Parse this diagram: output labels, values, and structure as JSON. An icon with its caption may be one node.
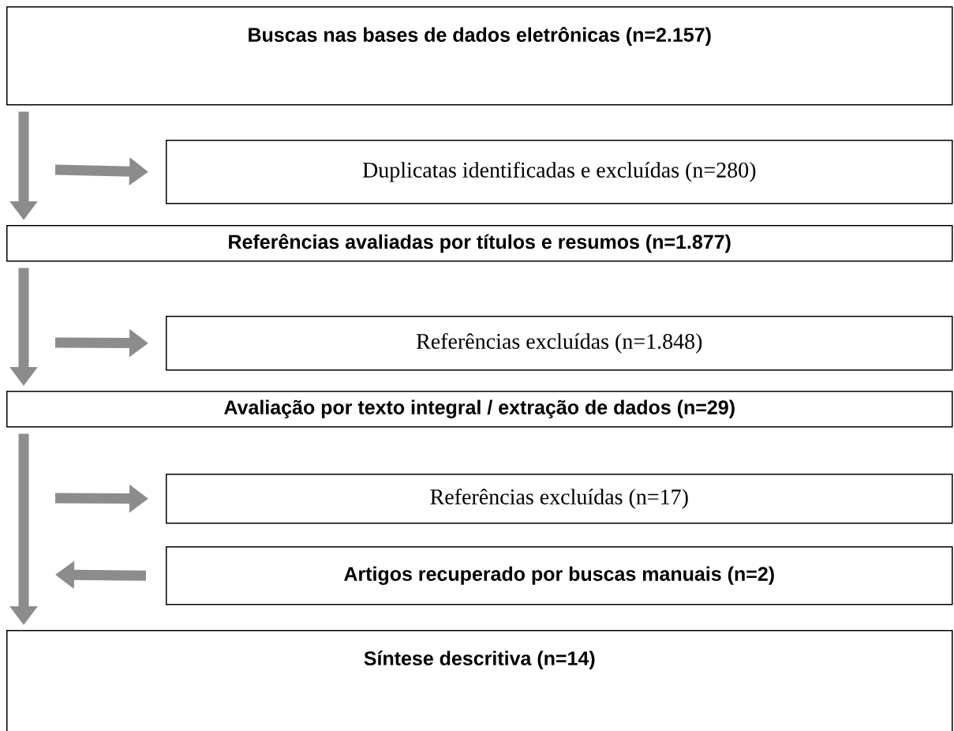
{
  "diagram": {
    "nodes": [
      {
        "text": [
          "Buscas nas bases de dados eletrônicas (n=2.157)"
        ]
      },
      {
        "text": [
          "Duplicatas identificadas e excluídas (n=280)"
        ]
      },
      {
        "text": [
          "Referências avaliadas por títulos e resumos (n=1.877)"
        ]
      },
      {
        "text": [
          "Referências excluídas (n=1.848)"
        ]
      },
      {
        "text": [
          "Avaliação por texto integral / extração de dados (n=29)"
        ]
      },
      {
        "text": [
          "Referências excluídas (n=17)"
        ]
      },
      {
        "text": [
          "Artigos recuperado por buscas manuais (n=2)"
        ]
      },
      {
        "text": [
          "Síntese descritiva (n=14)"
        ]
      }
    ],
    "edges": [
      {
        "from": 0,
        "to": 2,
        "arrow": "to"
      },
      {
        "from": null,
        "to": 1,
        "arrow": "to"
      },
      {
        "from": 2,
        "to": 4,
        "arrow": "to"
      },
      {
        "from": null,
        "to": 3,
        "arrow": "to"
      },
      {
        "from": 4,
        "to": 7,
        "arrow": "to"
      },
      {
        "from": null,
        "to": 5,
        "arrow": "to"
      },
      {
        "from": 6,
        "to": null,
        "arrow": "to"
      }
    ]
  }
}
